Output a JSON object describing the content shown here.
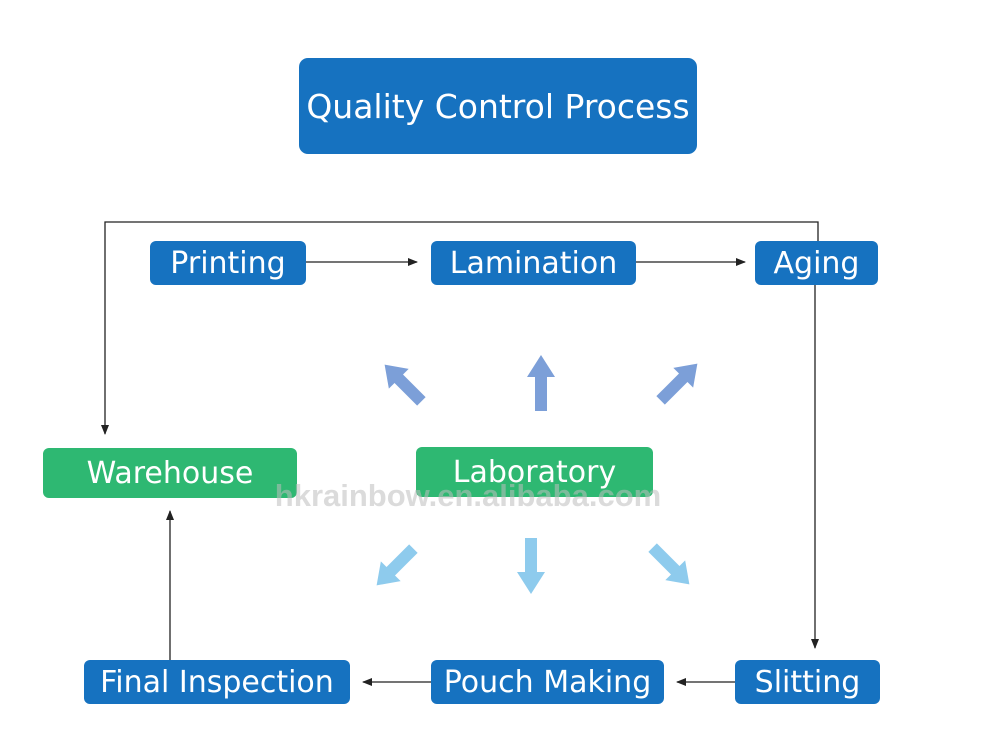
{
  "title": "Quality Control Process",
  "steps": {
    "printing": "Printing",
    "lamination": "Lamination",
    "aging": "Aging",
    "warehouse": "Warehouse",
    "laboratory": "Laboratory",
    "final_inspection": "Final Inspection",
    "pouch_making": "Pouch Making",
    "slitting": "Slitting"
  },
  "watermark": "hkrainbow.en.alibaba.com",
  "colors": {
    "box_blue": "#1672c0",
    "box_green": "#2eb872",
    "arrow_up": "#7c9fd8",
    "arrow_down": "#8ecbed",
    "connector": "#222222"
  }
}
